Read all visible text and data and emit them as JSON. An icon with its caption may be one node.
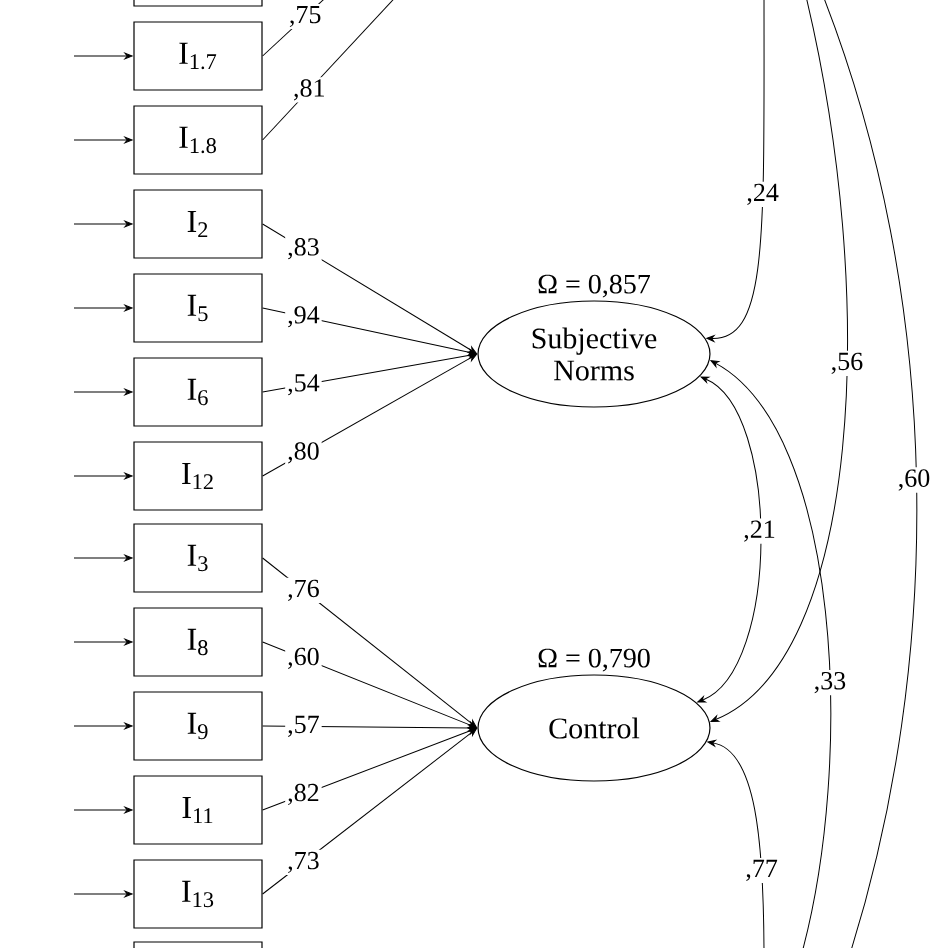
{
  "diagram": {
    "nodes": [
      {
        "text": [],
        "shape": "box"
      },
      {
        "text": [
          "I$_{1.7}$"
        ]
      },
      {
        "text": [
          "I$_{1.8}$"
        ]
      },
      {
        "text": [
          "I$_{2}$"
        ]
      },
      {
        "text": [
          "I$_{5}$"
        ]
      },
      {
        "text": [
          "I$_{6}$"
        ]
      },
      {
        "text": [
          "I$_{12}$"
        ]
      },
      {
        "text": [
          "I$_{3}$"
        ]
      },
      {
        "text": [
          "I$_{8}$"
        ]
      },
      {
        "text": [
          "I$_{9}$"
        ]
      },
      {
        "text": [
          "I$_{11}$"
        ]
      },
      {
        "text": [
          "I$_{13}$"
        ]
      },
      {
        "text": [],
        "shape": "box"
      },
      {
        "text": [
          "Subjective Norms"
        ],
        "beside": [
          "Ω = 0,857"
        ]
      },
      {
        "text": [
          "Control"
        ],
        "beside": [
          "Ω = 0,790"
        ]
      }
    ],
    "edges": [
      {
        "from": null,
        "to": 1,
        "arrow": "to"
      },
      {
        "from": null,
        "to": 2,
        "arrow": "to"
      },
      {
        "from": null,
        "to": 3,
        "arrow": "to"
      },
      {
        "from": null,
        "to": 4,
        "arrow": "to"
      },
      {
        "from": null,
        "to": 5,
        "arrow": "to"
      },
      {
        "from": null,
        "to": 6,
        "arrow": "to"
      },
      {
        "from": null,
        "to": 7,
        "arrow": "to"
      },
      {
        "from": null,
        "to": 8,
        "arrow": "to"
      },
      {
        "from": null,
        "to": 9,
        "arrow": "to"
      },
      {
        "from": null,
        "to": 10,
        "arrow": "to"
      },
      {
        "from": null,
        "to": 11,
        "arrow": "to"
      },
      {
        "from": 1,
        "to": null,
        "arrow": "none",
        "label": ",75"
      },
      {
        "from": 2,
        "to": null,
        "arrow": "none",
        "label": ",81"
      },
      {
        "from": 3,
        "to": 13,
        "arrow": "to",
        "label": ",83"
      },
      {
        "from": 4,
        "to": 13,
        "arrow": "to",
        "label": ",94"
      },
      {
        "from": 5,
        "to": 13,
        "arrow": "to",
        "label": ",54"
      },
      {
        "from": 6,
        "to": 13,
        "arrow": "to",
        "label": ",80"
      },
      {
        "from": 7,
        "to": 14,
        "arrow": "to",
        "label": ",76"
      },
      {
        "from": 8,
        "to": 14,
        "arrow": "to",
        "label": ",60"
      },
      {
        "from": 9,
        "to": 14,
        "arrow": "to",
        "label": ",57"
      },
      {
        "from": 10,
        "to": 14,
        "arrow": "to",
        "label": ",82"
      },
      {
        "from": 11,
        "to": 14,
        "arrow": "to",
        "label": ",73"
      },
      {
        "from": null,
        "to": 13,
        "arrow": "to",
        "label": ",24"
      },
      {
        "from": null,
        "to": 14,
        "arrow": "to",
        "label": ",56"
      },
      {
        "from": 13,
        "to": 14,
        "arrow": "both",
        "label": ",21"
      },
      {
        "from": null,
        "to": 13,
        "arrow": "to",
        "label": ",33"
      },
      {
        "from": null,
        "to": 14,
        "arrow": "to",
        "label": ",77"
      }
    ],
    "labels": [
      ",60"
    ]
  }
}
